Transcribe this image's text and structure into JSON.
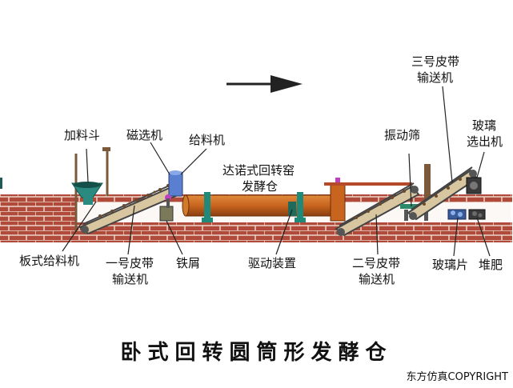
{
  "title": "卧式回转圆筒形发酵仓",
  "copyright": "东方仿真COPYRIGHT",
  "labels": {
    "hopper": "加料斗",
    "magnetic_separator": "磁选机",
    "feeder": "给料机",
    "kiln_line1": "达诺式回转窑",
    "kiln_line2": "发酵仓",
    "vibrating_screen": "振动筛",
    "belt3_line1": "三号皮带",
    "belt3_line2": "输送机",
    "glass_out_line1": "玻璃",
    "glass_out_line2": "选出机",
    "plate_feeder": "板式给料机",
    "belt1_line1": "一号皮带",
    "belt1_line2": "输送机",
    "iron_scrap": "铁屑",
    "drive_unit": "驱动装置",
    "belt2_line1": "二号皮带",
    "belt2_line2": "输送机",
    "glass_pieces": "玻璃片",
    "compost_pile": "堆肥"
  },
  "colors": {
    "brick": "#b04a3a",
    "mortar": "#e8d8cc",
    "kiln": "#c8641e",
    "support": "#1f8a7a",
    "hopper": "#2a8a80",
    "belt": "#444444",
    "magnet": "#5a7fd0",
    "arrow": "#222222"
  },
  "flow_arrow": "right"
}
